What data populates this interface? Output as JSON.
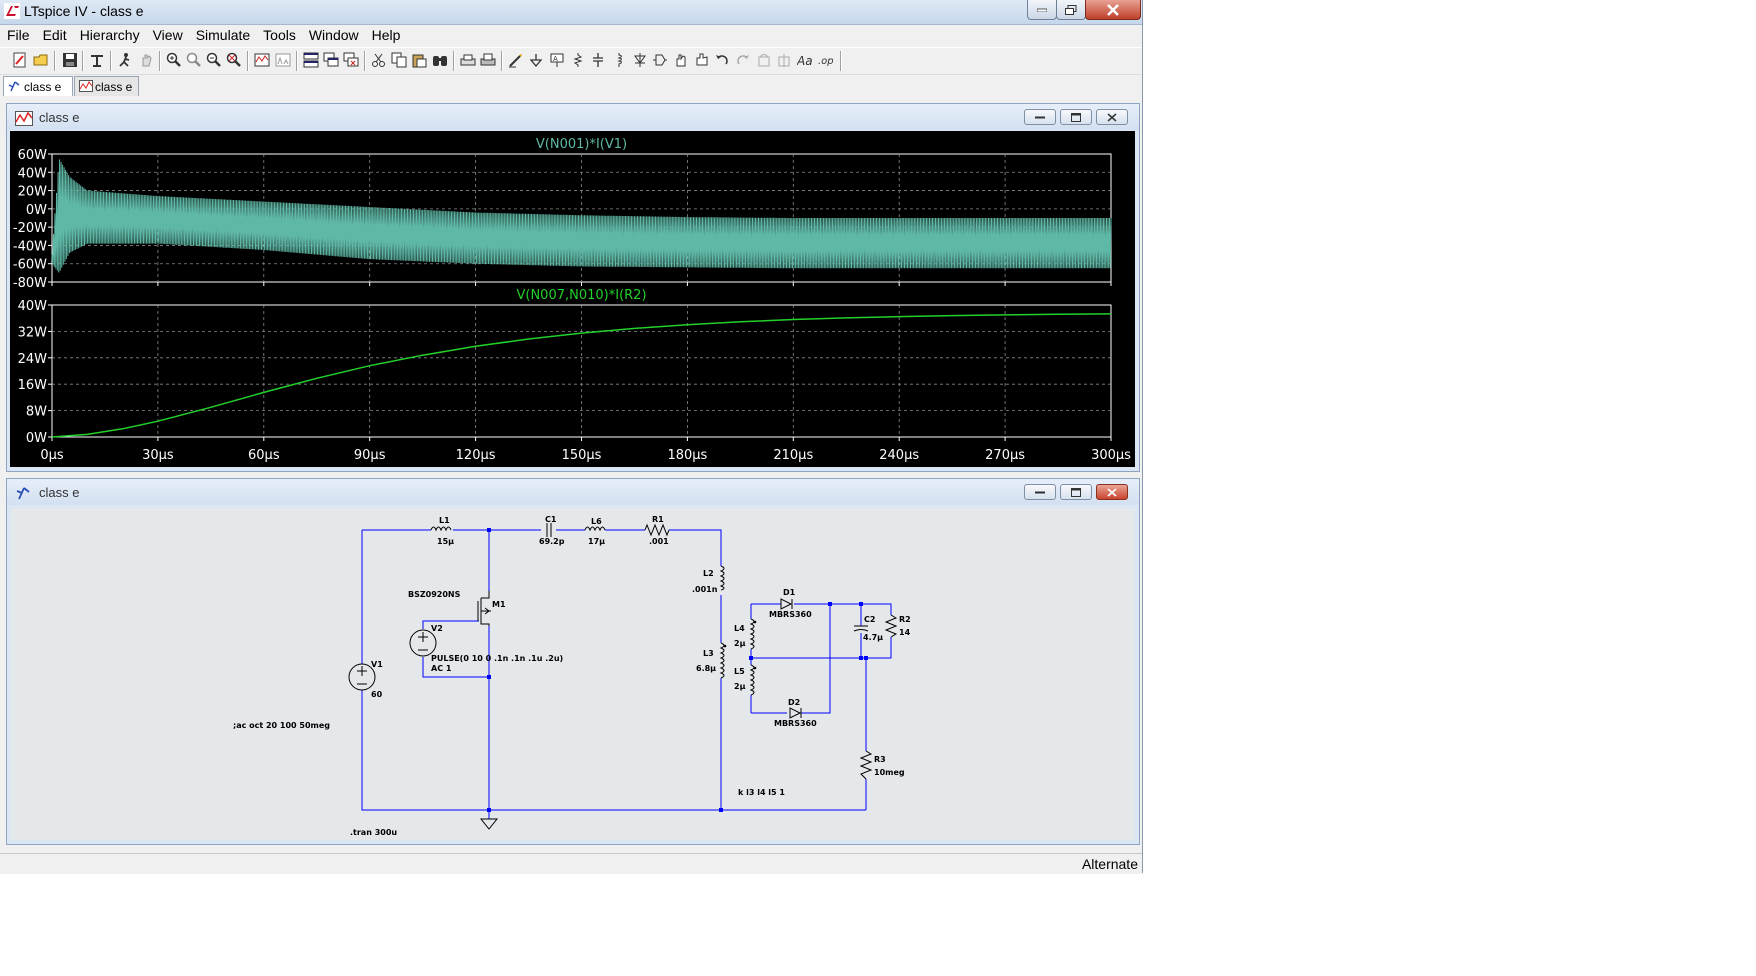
{
  "window": {
    "title": "LTspice IV - class e"
  },
  "menu": [
    "File",
    "Edit",
    "Hierarchy",
    "View",
    "Simulate",
    "Tools",
    "Window",
    "Help"
  ],
  "tabs": [
    {
      "label": "class e",
      "kind": "schematic"
    },
    {
      "label": "class e",
      "kind": "waveform"
    }
  ],
  "waveform_window": {
    "title": "class e",
    "panes": [
      {
        "trace": "V(N001)*I(V1)",
        "color": "#5fb8a6",
        "y_ticks": [
          "60W",
          "40W",
          "20W",
          "0W",
          "-20W",
          "-40W",
          "-60W",
          "-80W"
        ]
      },
      {
        "trace": "V(N007,N010)*I(R2)",
        "color": "#22d12a",
        "y_ticks": [
          "40W",
          "32W",
          "24W",
          "16W",
          "8W",
          "0W"
        ]
      }
    ],
    "x_ticks": [
      "0µs",
      "30µs",
      "60µs",
      "90µs",
      "120µs",
      "150µs",
      "180µs",
      "210µs",
      "240µs",
      "270µs",
      "300µs"
    ]
  },
  "chart_data": [
    {
      "type": "line",
      "title": "V(N001)*I(V1)",
      "xlabel": "",
      "ylabel": "",
      "x_unit": "µs",
      "y_unit": "W",
      "xlim": [
        0,
        300
      ],
      "ylim": [
        -80,
        60
      ],
      "series": [
        {
          "name": "V(N001)*I(V1)",
          "color": "#5fb8a6",
          "envelope_upper": [
            [
              0,
              -50
            ],
            [
              2,
              55
            ],
            [
              5,
              35
            ],
            [
              10,
              20
            ],
            [
              30,
              14
            ],
            [
              60,
              8
            ],
            [
              90,
              2
            ],
            [
              120,
              -4
            ],
            [
              150,
              -7
            ],
            [
              180,
              -9
            ],
            [
              210,
              -10
            ],
            [
              240,
              -10
            ],
            [
              270,
              -10
            ],
            [
              300,
              -10
            ]
          ],
          "envelope_lower": [
            [
              0,
              -60
            ],
            [
              2,
              -70
            ],
            [
              5,
              -48
            ],
            [
              10,
              -38
            ],
            [
              30,
              -38
            ],
            [
              60,
              -45
            ],
            [
              90,
              -55
            ],
            [
              120,
              -60
            ],
            [
              150,
              -63
            ],
            [
              180,
              -64
            ],
            [
              210,
              -65
            ],
            [
              240,
              -65
            ],
            [
              270,
              -65
            ],
            [
              300,
              -65
            ]
          ]
        }
      ]
    },
    {
      "type": "line",
      "title": "V(N007,N010)*I(R2)",
      "xlabel": "",
      "ylabel": "",
      "x_unit": "µs",
      "y_unit": "W",
      "xlim": [
        0,
        300
      ],
      "ylim": [
        0,
        40
      ],
      "series": [
        {
          "name": "V(N007,N010)*I(R2)",
          "color": "#22d12a",
          "x": [
            0,
            10,
            20,
            30,
            45,
            60,
            75,
            90,
            105,
            120,
            135,
            150,
            165,
            180,
            195,
            210,
            225,
            240,
            255,
            270,
            285,
            300
          ],
          "y": [
            0,
            0.8,
            2.5,
            4.8,
            9,
            13.5,
            17.8,
            21.6,
            24.8,
            27.5,
            29.7,
            31.5,
            32.9,
            34.0,
            34.9,
            35.6,
            36.1,
            36.5,
            36.8,
            37.0,
            37.2,
            37.3
          ]
        }
      ]
    }
  ],
  "schematic_window": {
    "title": "class e",
    "components": [
      {
        "ref": "L1",
        "value": "15µ"
      },
      {
        "ref": "C1",
        "value": "69.2p"
      },
      {
        "ref": "L6",
        "value": "17µ"
      },
      {
        "ref": "R1",
        "value": ".001"
      },
      {
        "ref": "L2",
        "value": ".001n"
      },
      {
        "ref": "M1",
        "value": "BSZ0920NS"
      },
      {
        "ref": "V2",
        "value": "PULSE(0 10 0 .1n .1n .1u .2u)",
        "value2": "AC 1"
      },
      {
        "ref": "V1",
        "value": "60"
      },
      {
        "ref": "L3",
        "value": "6.8µ"
      },
      {
        "ref": "L4",
        "value": "2µ"
      },
      {
        "ref": "L5",
        "value": "2µ"
      },
      {
        "ref": "D1",
        "value": "MBRS360"
      },
      {
        "ref": "D2",
        "value": "MBRS360"
      },
      {
        "ref": "C2",
        "value": "4.7µ"
      },
      {
        "ref": "R2",
        "value": "14"
      },
      {
        "ref": "R3",
        "value": "10meg"
      }
    ],
    "directives": [
      ";ac oct 20 100 50meg",
      "k l3 l4 l5 1",
      ".tran 300u"
    ]
  },
  "status": {
    "mode": "Alternate"
  },
  "colors": {
    "plot_bg": "#000000",
    "wire": "#0000ff",
    "schematic_bg": "#e4e8eb",
    "component": "#000000"
  }
}
